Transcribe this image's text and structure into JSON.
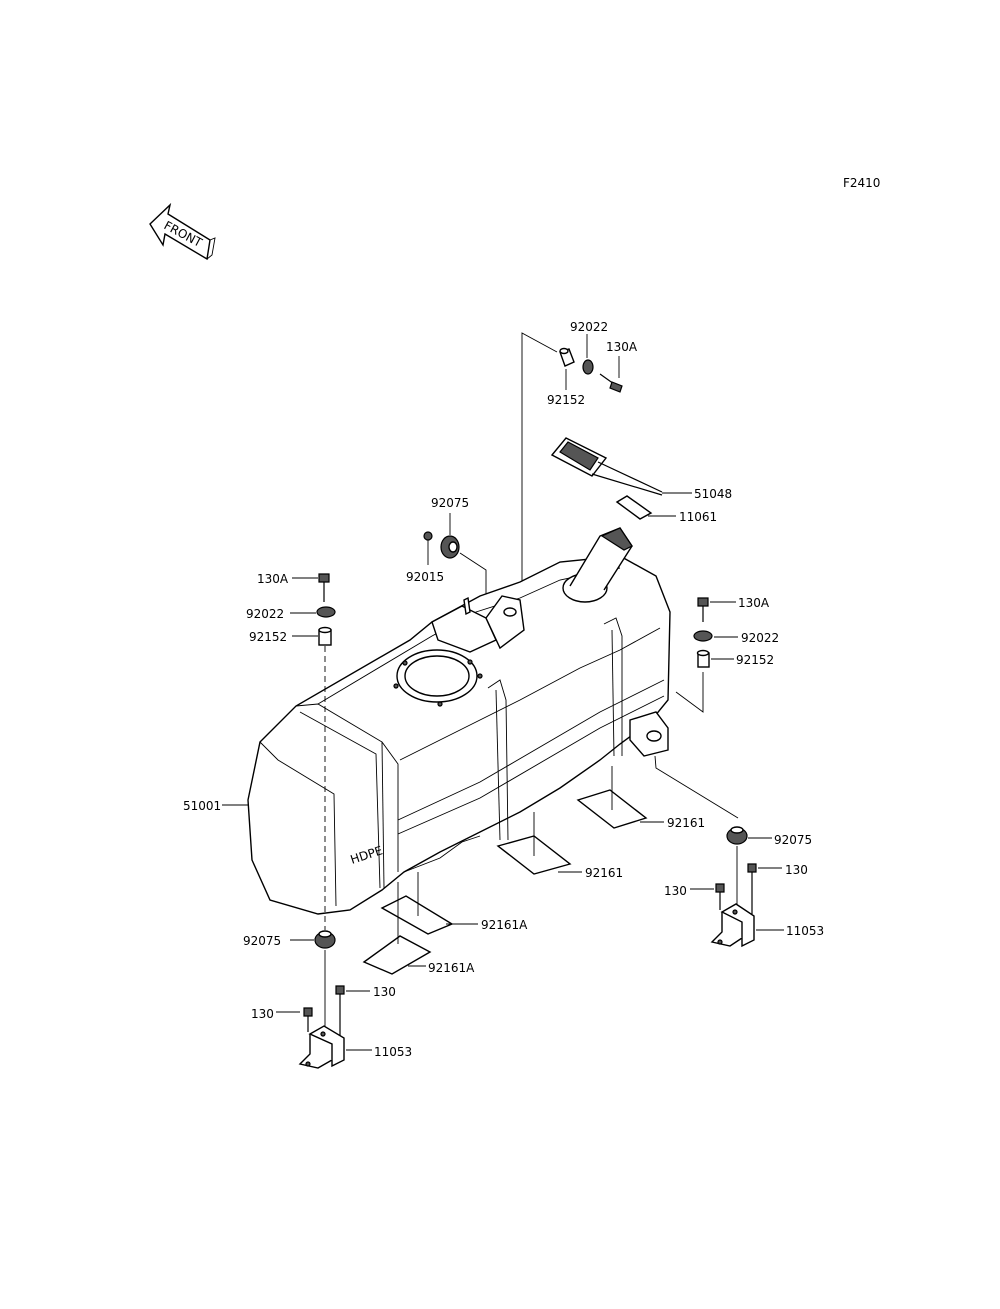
{
  "figure_id": "F2410",
  "front_label": "FRONT",
  "callouts": {
    "p92022_top": "92022",
    "p130A_top": "130A",
    "p92152_top": "92152",
    "p51048": "51048",
    "p11061": "11061",
    "p92075_top": "92075",
    "p92015": "92015",
    "p130A_left": "130A",
    "p92022_left": "92022",
    "p92152_left": "92152",
    "p130A_right": "130A",
    "p92022_right": "92022",
    "p92152_right": "92152",
    "p51001": "51001",
    "p92161_a": "92161",
    "p92161_b": "92161",
    "p92075_right": "92075",
    "p130_right_a": "130",
    "p130_right_b": "130",
    "p11053_right": "11053",
    "p92161A_a": "92161A",
    "p92161A_b": "92161A",
    "p92075_left": "92075",
    "p130_left_a": "130",
    "p130_left_b": "130",
    "p11053_left": "11053"
  },
  "tank_marking": "HDPE"
}
